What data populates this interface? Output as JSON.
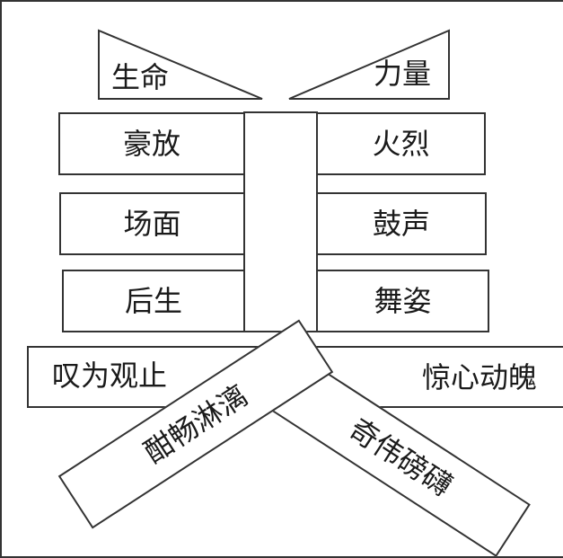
{
  "triangles": {
    "left": "生命",
    "right": "力量"
  },
  "left_column": [
    "豪放",
    "场面",
    "后生"
  ],
  "right_column": [
    "火烈",
    "鼓声",
    "舞姿"
  ],
  "bottom_bar": {
    "left": "叹为观止",
    "right": "惊心动魄"
  },
  "diagonal_boxes": {
    "left": "酣畅淋漓",
    "right": "奇伟磅礴"
  }
}
